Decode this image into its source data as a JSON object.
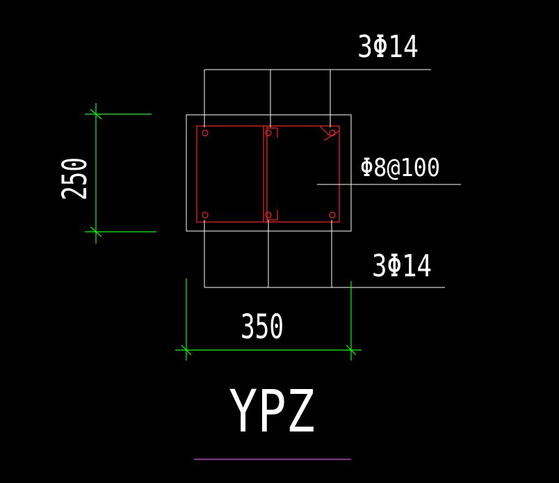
{
  "drawing": {
    "top_rebar_label": "3Φ14",
    "stirrup_label": "Φ8@100",
    "bottom_rebar_label": "3Φ14",
    "dim_height": "250",
    "dim_width": "350",
    "section_name": "YPZ"
  },
  "colors": {
    "background": "#000000",
    "outline": "#ffffff",
    "rebar": "#ff2020",
    "dimension": "#00ff00",
    "underline": "#cc33cc"
  }
}
